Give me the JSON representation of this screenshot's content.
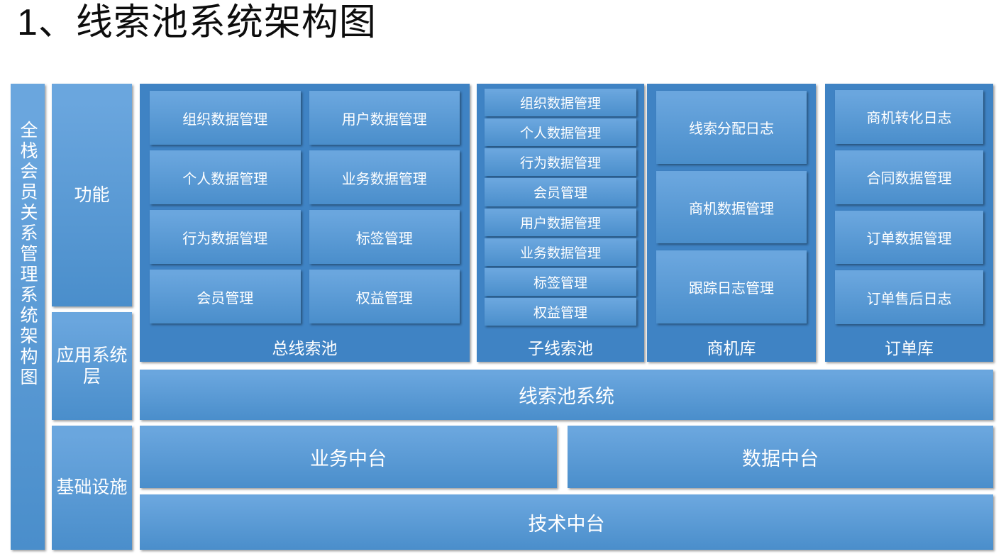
{
  "title": "1、线索池系统架构图",
  "spine": {
    "label": "全栈会员关系管理系统架构图"
  },
  "layers": [
    {
      "key": "function",
      "label": "功能"
    },
    {
      "key": "application",
      "label": "应用系统层"
    },
    {
      "key": "infrastructure",
      "label": "基础设施"
    }
  ],
  "groups": [
    {
      "key": "main-lead-pool",
      "label": "总线索池",
      "items": [
        "组织数据管理",
        "用户数据管理",
        "个人数据管理",
        "业务数据管理",
        "行为数据管理",
        "标签管理",
        "会员管理",
        "权益管理"
      ]
    },
    {
      "key": "sub-lead-pool",
      "label": "子线索池",
      "items": [
        "组织数据管理",
        "个人数据管理",
        "行为数据管理",
        "会员管理",
        "用户数据管理",
        "业务数据管理",
        "标签管理",
        "权益管理"
      ]
    },
    {
      "key": "opportunity-lib",
      "label": "商机库",
      "items": [
        "线索分配日志",
        "商机数据管理",
        "跟踪日志管理"
      ]
    },
    {
      "key": "order-lib",
      "label": "订单库",
      "items": [
        "商机转化日志",
        "合同数据管理",
        "订单数据管理",
        "订单售后日志"
      ]
    }
  ],
  "bars": {
    "system": "线索池系统",
    "business_middle": "业务中台",
    "data_middle": "数据中台",
    "tech_middle": "技术中台"
  },
  "colors": {
    "box_light": "#6aa6de",
    "box_dark": "#4a8ecb",
    "container": "#3f83c4",
    "text": "#ffffff",
    "title_text": "#0d0d0d",
    "page_bg": "#ffffff"
  }
}
